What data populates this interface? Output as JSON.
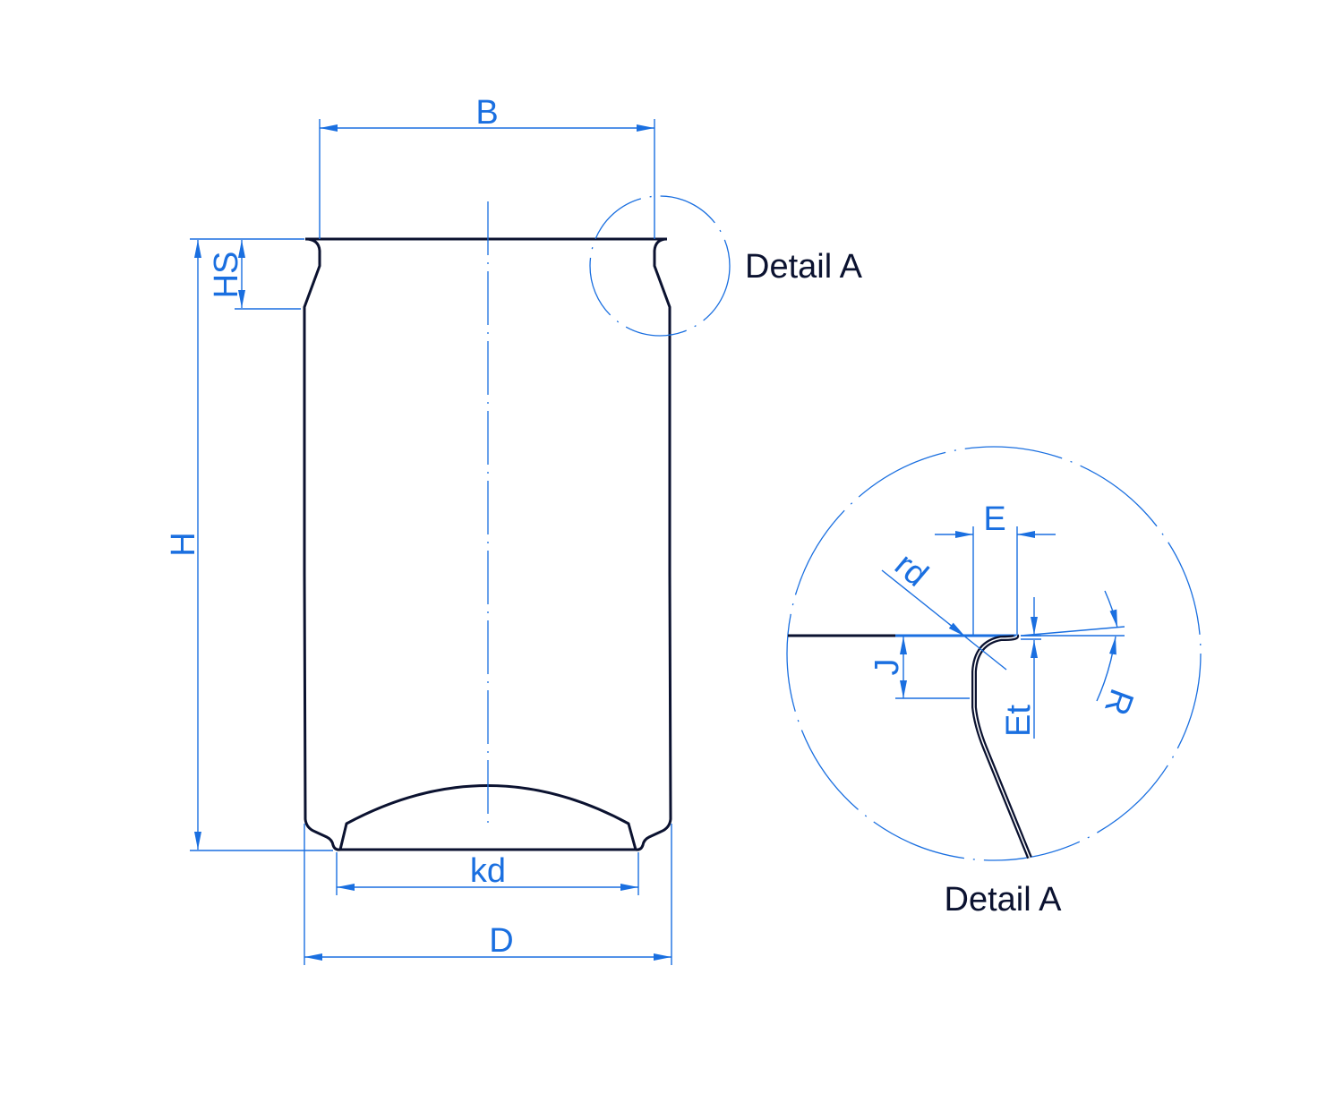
{
  "labels": {
    "B": "B",
    "HS": "HS",
    "H": "H",
    "kd": "kd",
    "D": "D",
    "detail_a_callout": "Detail A",
    "detail_a_caption": "Detail A",
    "E": "E",
    "rd": "rd",
    "J": "J",
    "Et": "Et",
    "R": "R"
  },
  "colors": {
    "dimension": "#1a6fe0",
    "outline": "#0b1230"
  }
}
